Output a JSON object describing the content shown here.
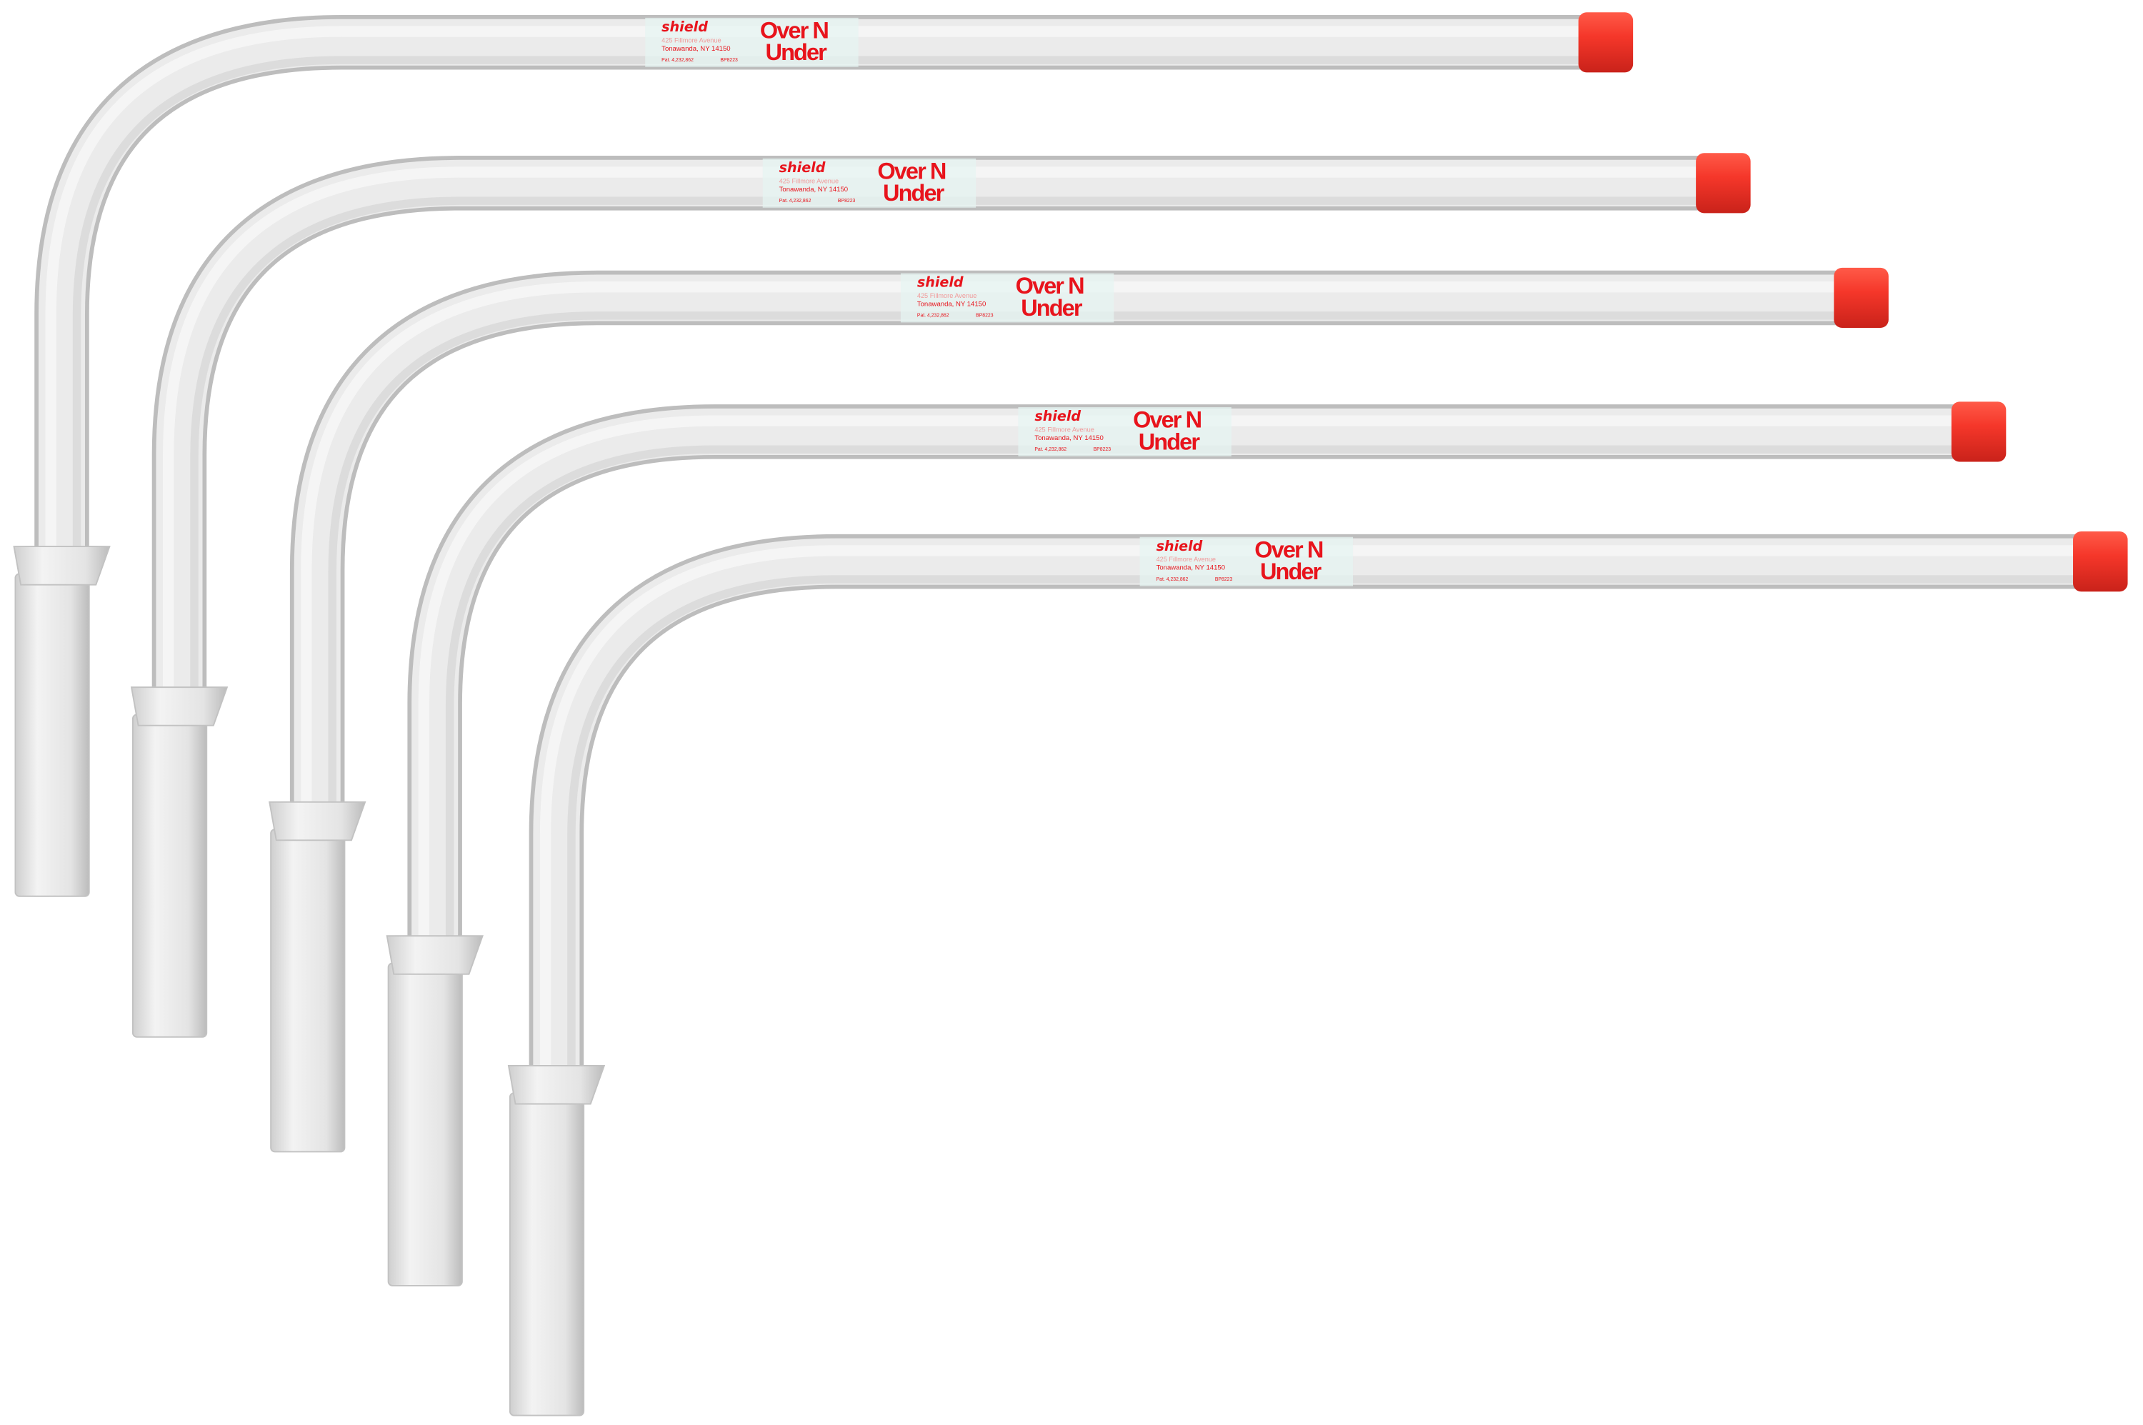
{
  "product": {
    "count": 5,
    "label": {
      "brand": "shield",
      "address_line1": "425 Fillmore Avenue",
      "address_line2": "Tonawanda, NY 14150",
      "patent": "Pat. 4,232,862",
      "model": "BP8223",
      "title_line1": "Over N",
      "title_line2": "Under"
    },
    "colors": {
      "tube": "#ebebeb",
      "tube_shadow": "#c4c4c4",
      "cap": "#f2362b",
      "label_text": "#e8141c",
      "label_bg": "#e6f4f2"
    }
  }
}
